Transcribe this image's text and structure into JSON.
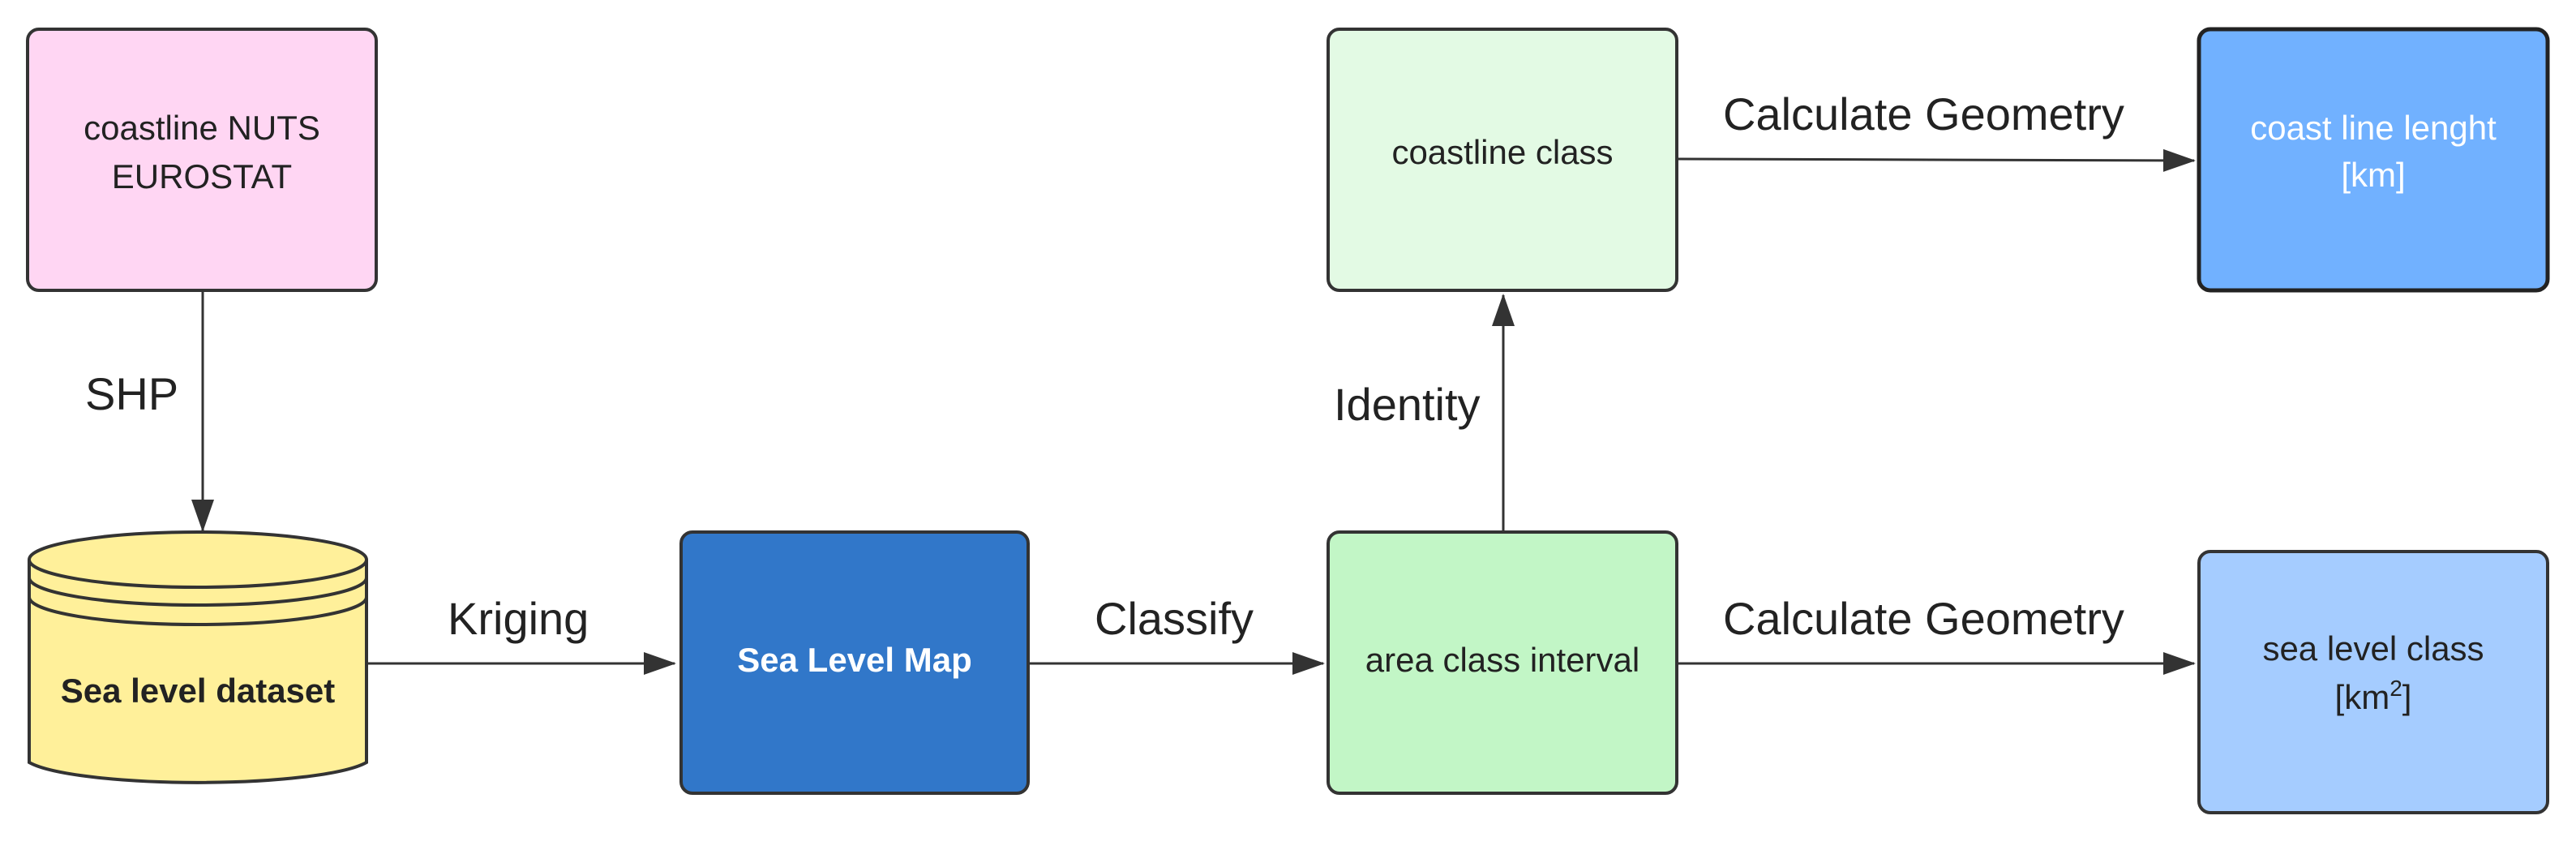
{
  "nodes": {
    "coastline_nuts": {
      "line1": "coastline NUTS",
      "line2": "EUROSTAT",
      "fill": "#ffd6f3"
    },
    "sea_level_dataset": {
      "label": "Sea level dataset",
      "fill": "#fff09a"
    },
    "sea_level_map": {
      "label": "Sea Level Map",
      "fill": "#3177c9"
    },
    "area_class_interval": {
      "label": "area class interval",
      "fill": "#c2f6c6"
    },
    "coastline_class": {
      "label": "coastline class",
      "fill": "#e3fae4"
    },
    "coast_line_length": {
      "line1": "coast line lenght",
      "line2": "[km]",
      "fill": "#71b1ff"
    },
    "sea_level_class": {
      "line1": "sea level class",
      "line2_base": "[km",
      "line2_sup": "2",
      "line2_end": "]",
      "fill": "#a5ccff"
    }
  },
  "edges": {
    "shp": "SHP",
    "kriging": "Kriging",
    "classify": "Classify",
    "identity": "Identity",
    "calc_geom_top": "Calculate Geometry",
    "calc_geom_bottom": "Calculate Geometry"
  },
  "colors": {
    "stroke": "#333333",
    "arrow": "#333333"
  }
}
